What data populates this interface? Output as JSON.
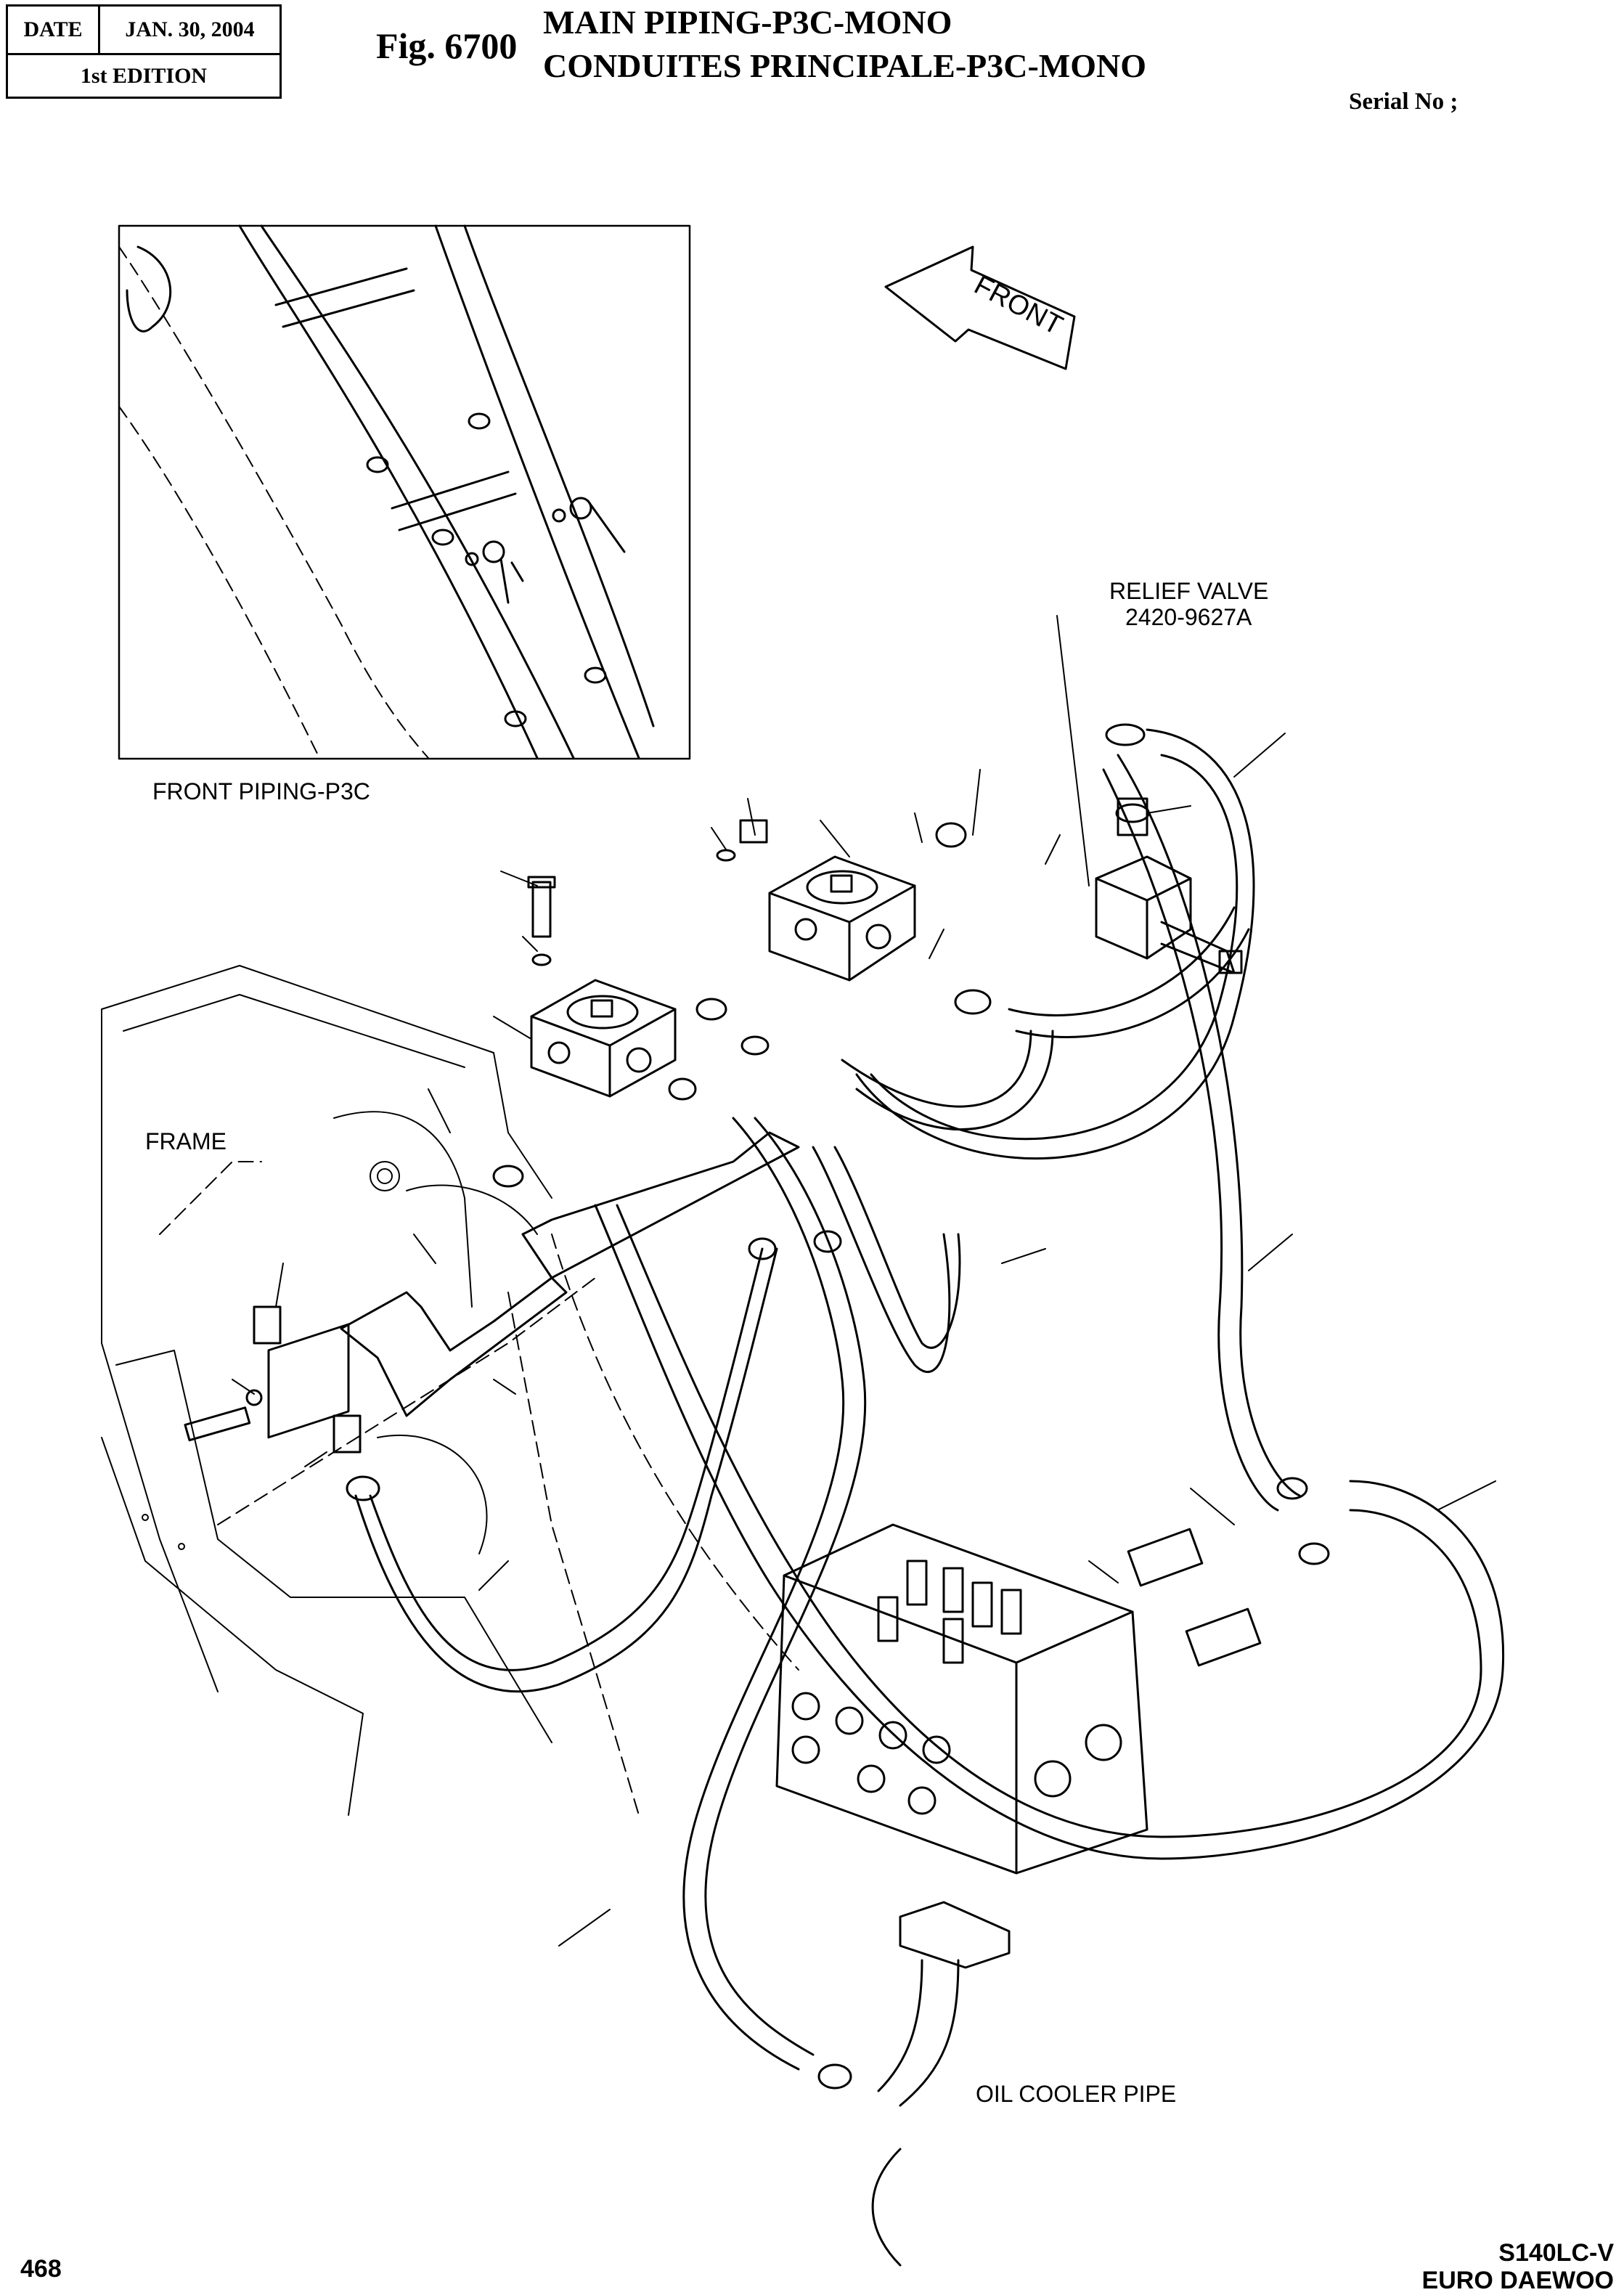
{
  "header": {
    "date_label": "DATE",
    "date_value": "JAN. 30, 2004",
    "edition": "1st EDITION"
  },
  "figure": {
    "number": "Fig. 6700",
    "title_en": "MAIN PIPING-P3C-MONO",
    "title_fr": "CONDUITES PRINCIPALE-P3C-MONO",
    "serial": "Serial No ;"
  },
  "labels": {
    "front": "FRONT",
    "relief_valve": "RELIEF VALVE",
    "relief_part": "2420-9627A",
    "front_piping": "FRONT PIPING-P3C",
    "frame": "FRAME",
    "oil_cooler": "OIL COOLER PIPE"
  },
  "footer": {
    "page": "468",
    "model": "S140LC-V",
    "brand": "EURO DAEWOO"
  }
}
